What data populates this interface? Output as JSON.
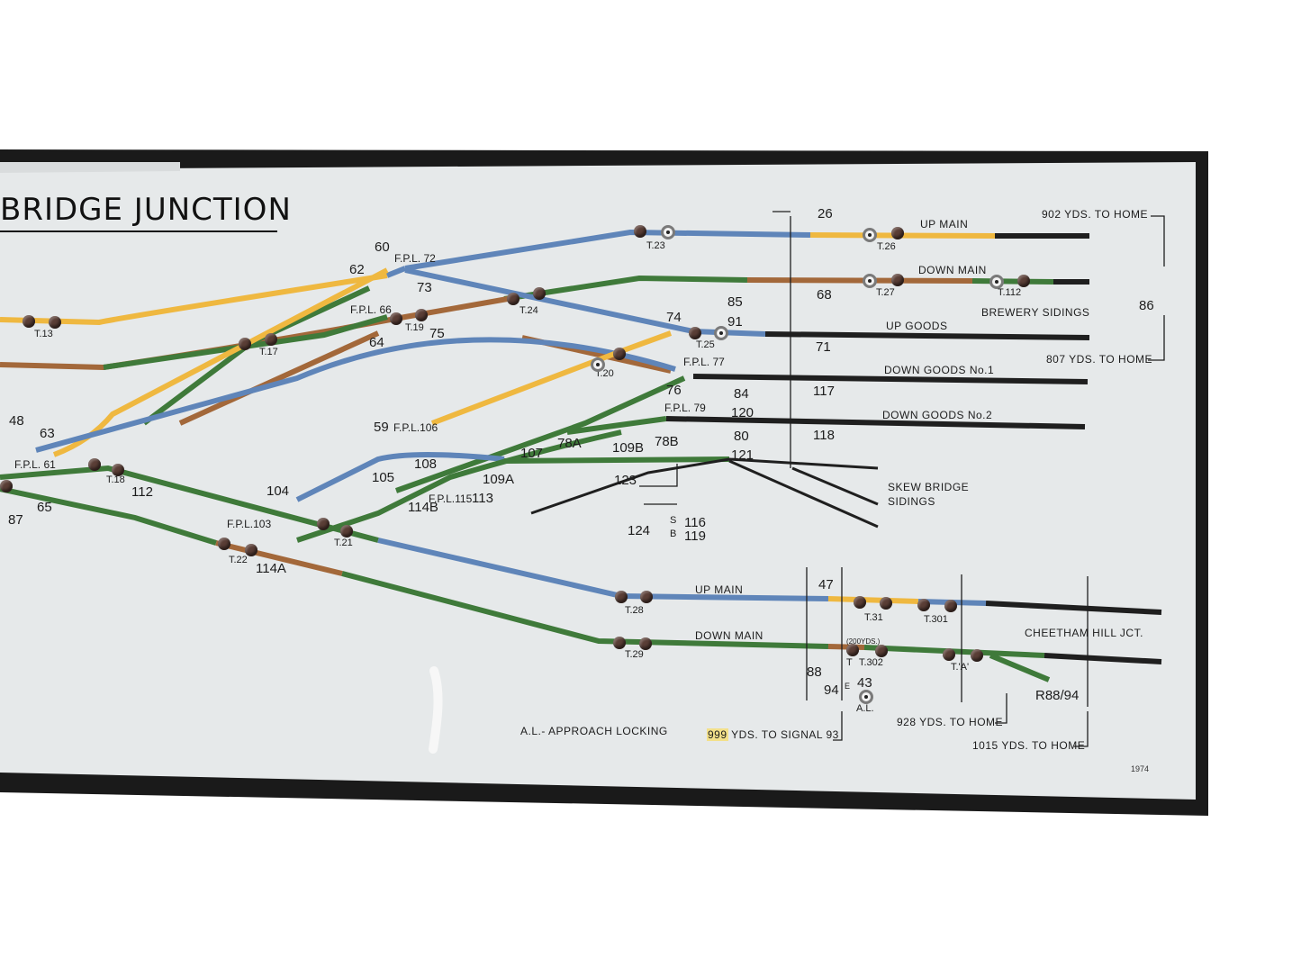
{
  "title": "BRIDGE JUNCTION",
  "year": "1974",
  "lines": {
    "up_main_top": "UP MAIN",
    "down_main_top": "DOWN MAIN",
    "up_goods": "UP GOODS",
    "down_goods_1": "DOWN GOODS No.1",
    "down_goods_2": "DOWN GOODS No.2",
    "up_main_bottom": "UP MAIN",
    "down_main_bottom": "DOWN MAIN"
  },
  "places": {
    "brewery": "BREWERY SIDINGS",
    "skew_1": "SKEW BRIDGE",
    "skew_2": "SIDINGS",
    "cheetham": "CHEETHAM HILL JCT."
  },
  "distances": {
    "d902": "902 YDS. TO HOME",
    "d807": "807 YDS. TO HOME",
    "d928": "928 YDS. TO HOME",
    "d1015": "1015 YDS. TO HOME",
    "d999_num": "999",
    "d999_rest": " YDS. TO SIGNAL 93",
    "yds200": "(200YDS.)"
  },
  "notes": {
    "approach": "A.L.- APPROACH LOCKING",
    "al": "A.L."
  },
  "track_circuits": [
    "T.23",
    "T.26",
    "T.27",
    "T.112",
    "T.24",
    "T.25",
    "T.20",
    "T.19",
    "T.17",
    "T.13",
    "T.18",
    "T.21",
    "T.22",
    "T.28",
    "T.29",
    "T.31",
    "T.301",
    "T.302",
    "T.'A'",
    "T"
  ],
  "levers": {
    "l26": "26",
    "l60": "60",
    "l72": "F.P.L. 72",
    "l62": "62",
    "l73": "73",
    "l68": "68",
    "l85": "85",
    "l91": "91",
    "l74": "74",
    "l86": "86",
    "l71": "71",
    "l77": "F.P.L. 77",
    "l76": "76",
    "l84": "84",
    "l117": "117",
    "l120": "120",
    "l80": "80",
    "l121": "121",
    "l118": "118",
    "l79": "F.P.L. 79",
    "l78b": "78B",
    "l78a": "78A",
    "l109b": "109B",
    "l107": "107",
    "l123": "123",
    "l124": "124",
    "l116": "116",
    "l119": "119",
    "l66": "F.P.L. 66",
    "l75": "75",
    "l64": "64",
    "l59": "59",
    "l106": "F.P.L.106",
    "l108": "108",
    "l105": "105",
    "l104": "104",
    "l109a": "109A",
    "l113": "113",
    "l115": "F.P.L.115",
    "l114b": "114B",
    "l103": "F.P.L.103",
    "l114a": "114A",
    "l48": "48",
    "l63": "63",
    "l61": "F.P.L. 61",
    "l112": "112",
    "l65": "65",
    "l87": "87",
    "l47": "47",
    "l88": "88",
    "l94": "94",
    "l43": "43",
    "r8894": "R88/94",
    "sb_s": "S",
    "sb_b": "B",
    "e_box": "E"
  },
  "colors": {
    "background": "#e6e9ea",
    "frame": "#1a1a1a",
    "blue": "#5f85b9",
    "green": "#3f7a3a",
    "yellow": "#efb840",
    "brown": "#a3683a",
    "black": "#1f1f1f",
    "orange": "#e08a3c"
  }
}
